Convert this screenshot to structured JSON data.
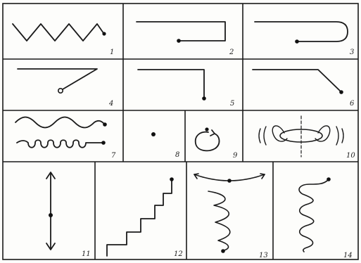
{
  "cells": [
    {
      "number": "1",
      "depicts": "zigzag-line"
    },
    {
      "number": "2",
      "depicts": "square-hook-line"
    },
    {
      "number": "3",
      "depicts": "rounded-hook-line"
    },
    {
      "number": "4",
      "depicts": "angled-return-line"
    },
    {
      "number": "5",
      "depicts": "right-angle-down-line"
    },
    {
      "number": "6",
      "depicts": "bent-diagonal-line"
    },
    {
      "number": "7",
      "depicts": "wavy-and-looped-lines"
    },
    {
      "number": "8",
      "depicts": "single-point"
    },
    {
      "number": "9",
      "depicts": "circular-arrow"
    },
    {
      "number": "10",
      "depicts": "vibrating-ellipse"
    },
    {
      "number": "11",
      "depicts": "double-headed-vertical-arrow"
    },
    {
      "number": "12",
      "depicts": "staircase-line"
    },
    {
      "number": "13",
      "depicts": "swinging-arc-and-zigzag-spiral"
    },
    {
      "number": "14",
      "depicts": "coil-spiral"
    }
  ]
}
